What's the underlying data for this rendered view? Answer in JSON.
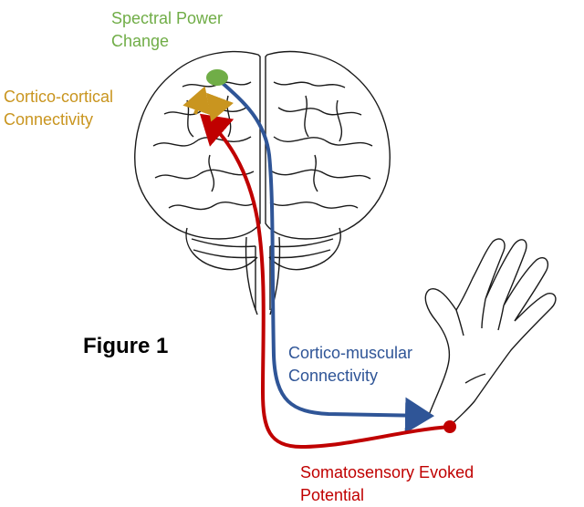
{
  "labels": {
    "spectral_power": "Spectral Power\nChange",
    "cortico_cortical": "Cortico-cortical\nConnectivity",
    "figure_title": "Figure 1",
    "cortico_muscular": "Cortico-muscular\nConnectivity",
    "ssep": "Somatosensory Evoked\nPotential"
  },
  "colors": {
    "spectral_power": "#70ad47",
    "cortico_cortical": "#c9951f",
    "cortico_muscular": "#2f5597",
    "ssep": "#c00000"
  },
  "icons": [
    "brain-illustration",
    "hand-illustration"
  ]
}
